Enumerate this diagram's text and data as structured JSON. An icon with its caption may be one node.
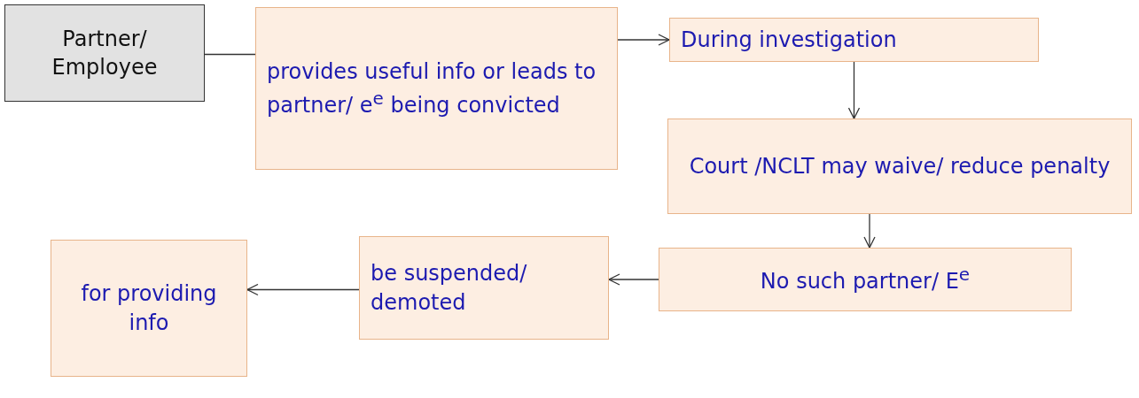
{
  "diagram": {
    "nodes": [
      {
        "text": [
          "Partner/ Employee"
        ]
      },
      {
        "text": [
          "provides useful info or leads to partner/ e$^{e}$ being convicted"
        ]
      },
      {
        "text": [
          "During investigation"
        ]
      },
      {
        "text": [
          "Court /NCLT may waive/ reduce penalty"
        ]
      },
      {
        "text": [
          "No such partner/ E$^{e}$"
        ]
      },
      {
        "text": [
          "be suspended/ demoted"
        ]
      },
      {
        "text": [
          "for providing info"
        ]
      }
    ],
    "edges": [
      {
        "from": 0,
        "to": 1,
        "arrow": "none"
      },
      {
        "from": 1,
        "to": 2,
        "arrow": "to"
      },
      {
        "from": 2,
        "to": 3,
        "arrow": "to"
      },
      {
        "from": 3,
        "to": 4,
        "arrow": "to"
      },
      {
        "from": 4,
        "to": 5,
        "arrow": "to"
      },
      {
        "from": 5,
        "to": 6,
        "arrow": "to"
      }
    ]
  }
}
